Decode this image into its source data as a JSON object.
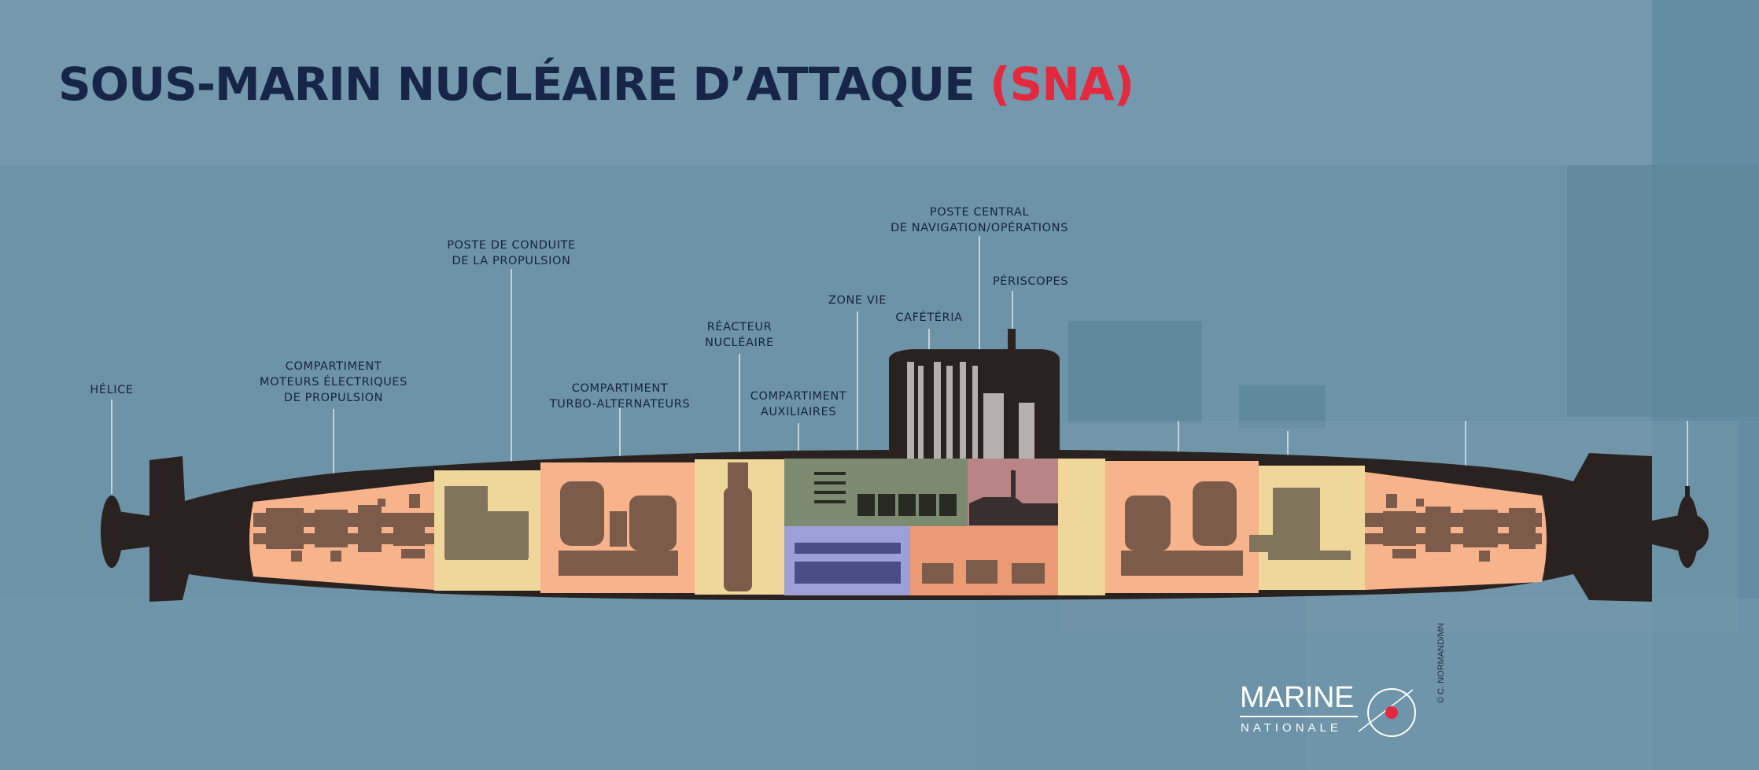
{
  "title": {
    "main": "SOUS-MARIN NUCLÉAIRE D’ATTAQUE",
    "accent": "(SNA)"
  },
  "labels": {
    "helice": "HÉLICE",
    "compartiment_moteurs": "COMPARTIMENT\nMOTEURS ÉLECTRIQUES\nDE PROPULSION",
    "poste_conduite": "POSTE DE CONDUITE\nDE LA PROPULSION",
    "compartiment_turbo": "COMPARTIMENT\nTURBO-ALTERNATEURS",
    "reacteur": "RÉACTEUR\nNUCLÉAIRE",
    "compartiment_auxiliaires": "COMPARTIMENT\nAUXILIAIRES",
    "zone_vie": "ZONE VIE",
    "cafeteria": "CAFÉTÉRIA",
    "poste_central": "POSTE CENTRAL\nDE NAVIGATION/OPÉRATIONS",
    "periscopes": "PÉRISCOPES"
  },
  "logo": {
    "line1": "MARINE",
    "line2": "NATIONALE"
  },
  "credit": "© C. NORMAND/MN",
  "colors": {
    "sea": "#6c93a8",
    "hull": "#2a2220",
    "title": "#172646",
    "accent": "#e4283d",
    "peach": "#f6b38c",
    "yellow": "#efd79c",
    "green": "#7c8a72",
    "violet": "#9da0d6",
    "salmon": "#ec9a73",
    "mauve": "#b88486",
    "machinery": "#7c5b4a"
  }
}
